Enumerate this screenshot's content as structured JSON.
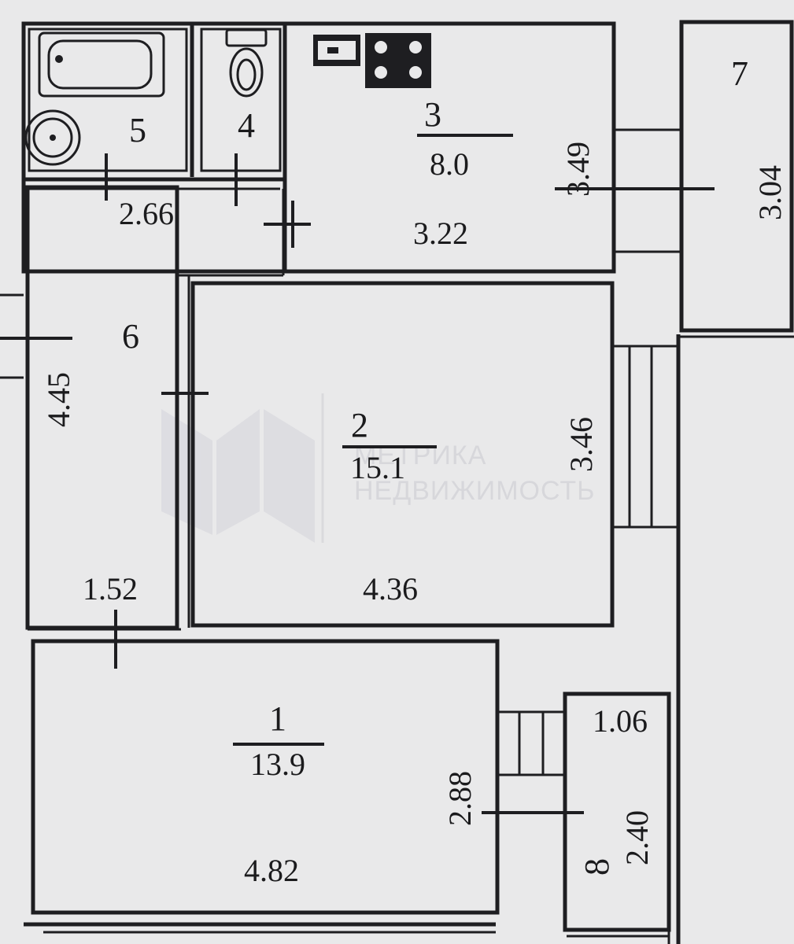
{
  "plan": {
    "rooms": [
      {
        "number": "1",
        "area": "13.9",
        "width": "4.82",
        "depth": "2.88"
      },
      {
        "number": "2",
        "area": "15.1",
        "width": "4.36",
        "depth": "3.46"
      },
      {
        "number": "3",
        "area": "8.0",
        "width": "3.22",
        "depth": "3.49"
      },
      {
        "number": "4"
      },
      {
        "number": "5",
        "width": "2.66"
      },
      {
        "number": "6",
        "width": "1.52",
        "depth": "4.45"
      },
      {
        "number": "7",
        "depth": "3.04"
      },
      {
        "number": "8",
        "width": "1.06",
        "depth": "2.40"
      }
    ],
    "watermark": {
      "line1": "МЕТРИКА",
      "line2": "НЕДВИЖИМОСТЬ"
    }
  }
}
